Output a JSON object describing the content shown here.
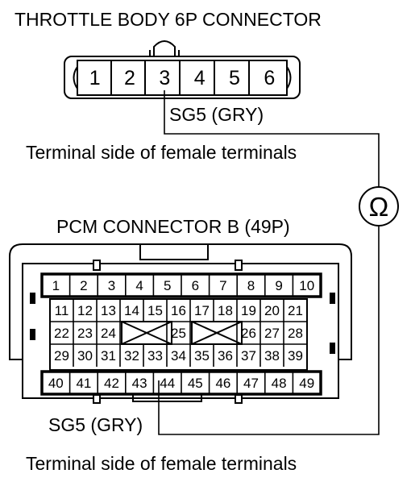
{
  "throttle": {
    "title": "THROTTLE BODY 6P CONNECTOR",
    "pins": [
      "1",
      "2",
      "3",
      "4",
      "5",
      "6"
    ],
    "wire_label": "SG5 (GRY)",
    "caption": "Terminal side of female terminals"
  },
  "meter": {
    "symbol": "Ω",
    "icon": "ohmmeter-icon"
  },
  "pcm": {
    "title": "PCM CONNECTOR B (49P)",
    "rows": [
      [
        "1",
        "2",
        "3",
        "4",
        "5",
        "6",
        "7",
        "8",
        "9",
        "10"
      ],
      [
        "11",
        "12",
        "13",
        "14",
        "15",
        "16",
        "17",
        "18",
        "19",
        "20",
        "21"
      ],
      [
        "22",
        "23",
        "24",
        "",
        "",
        "25",
        "",
        "",
        "26",
        "27",
        "28"
      ],
      [
        "29",
        "30",
        "31",
        "32",
        "33",
        "34",
        "35",
        "36",
        "37",
        "38",
        "39"
      ],
      [
        "40",
        "41",
        "42",
        "43",
        "44",
        "45",
        "46",
        "47",
        "48",
        "49"
      ]
    ],
    "wire_label": "SG5 (GRY)",
    "caption": "Terminal side of female terminals"
  }
}
